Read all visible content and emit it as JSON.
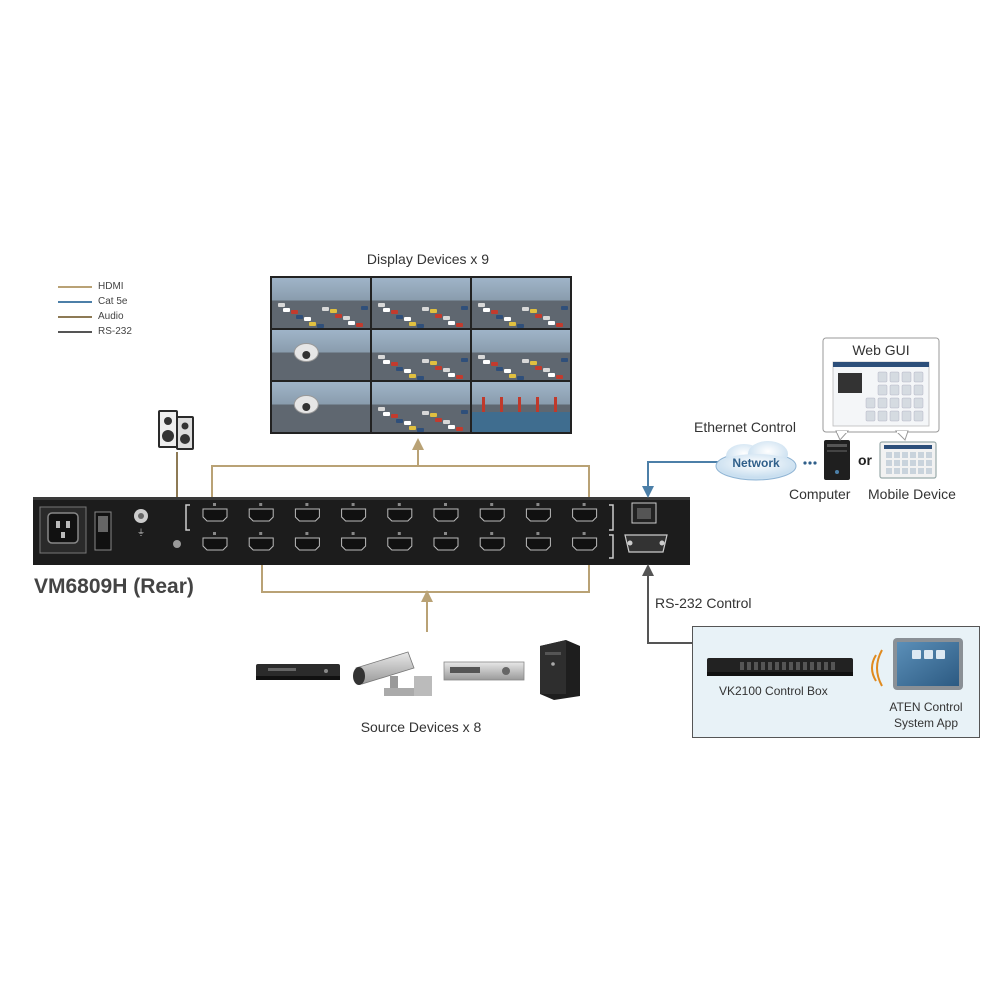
{
  "legend": [
    {
      "label": "HDMI",
      "color": "#b9a275"
    },
    {
      "label": "Cat 5e",
      "color": "#4c7fa8"
    },
    {
      "label": "Audio",
      "color": "#8d7a55"
    },
    {
      "label": "RS-232",
      "color": "#555555"
    }
  ],
  "labels": {
    "display_devices": "Display Devices x 9",
    "source_devices": "Source Devices x 8",
    "device_name": "VM6809H (Rear)",
    "ethernet_control": "Ethernet Control",
    "network": "Network",
    "or": "or",
    "computer": "Computer",
    "mobile_device": "Mobile Device",
    "web_gui": "Web GUI",
    "rs232_control": "RS-232 Control",
    "control_box": "VK2100 Control Box",
    "control_app_line1": "ATEN Control",
    "control_app_line2": "System App"
  },
  "colors": {
    "hdmi": "#b9a275",
    "cat5e": "#4c7fa8",
    "rs232": "#555555",
    "device_body": "#1c1c1c",
    "panel_bg": "#e8f2f7"
  },
  "video_wall_scenes": [
    "traffic-jam",
    "highway-traffic",
    "highway-aerial",
    "cctv-camera",
    "city-traffic",
    "highway-overpass",
    "dome-camera",
    "road-curve",
    "harbor-cranes"
  ],
  "source_devices": [
    "dvd-player-icon",
    "security-camera-icon",
    "media-player-icon",
    "pc-tower-icon"
  ]
}
